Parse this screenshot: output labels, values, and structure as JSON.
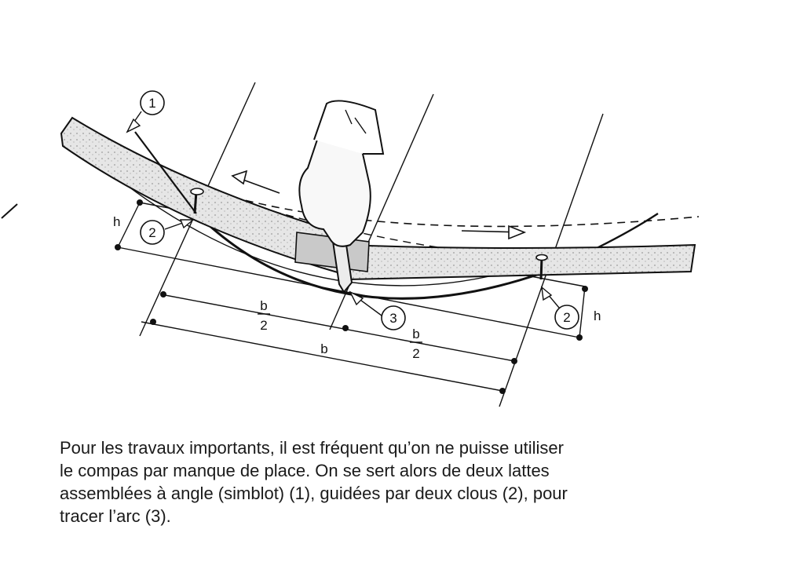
{
  "diagram": {
    "callouts": {
      "simblot": "1",
      "nail_left": "2",
      "nail_right": "2",
      "arc": "3"
    },
    "dimensions": {
      "h_left": "h",
      "h_right": "h",
      "half_b_left_num": "b",
      "half_b_left_den": "2",
      "half_b_right_num": "b",
      "half_b_right_den": "2",
      "b": "b"
    }
  },
  "caption": {
    "lines": [
      "Pour les travaux importants, il est fréquent qu’on ne puisse utiliser",
      "le compas par manque de place. On se sert alors de deux lattes",
      "assemblées à angle (simblot) (1), guidées par deux clous (2), pour",
      "tracer l’arc (3)."
    ]
  },
  "colors": {
    "ink": "#111111",
    "wood": "#e4e4e4",
    "wood_dark": "#c4c4c4"
  }
}
